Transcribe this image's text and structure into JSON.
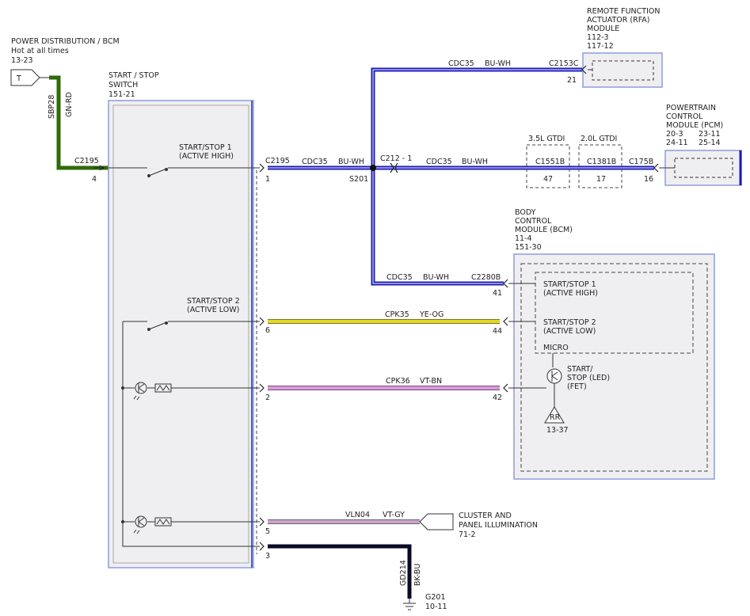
{
  "power_source": {
    "lines": [
      "POWER DISTRIBUTION / BCM",
      "Hot at all times",
      "13-23"
    ],
    "terminal": "T",
    "circuit": "SBP28",
    "color": "GN-RD",
    "connector": "C2195",
    "pin": "4"
  },
  "switch": {
    "lines": [
      "START / STOP",
      "SWITCH",
      "151-21"
    ],
    "sw1_lines": [
      "START/STOP 1",
      "(ACTIVE HIGH)"
    ],
    "sw2_lines": [
      "START/STOP 2",
      "(ACTIVE LOW)"
    ],
    "connector": "C2195",
    "pin1": "1",
    "pin6": "6",
    "pin2": "2",
    "pin5": "5",
    "pin3": "3"
  },
  "wires": {
    "cdc35_1": {
      "circuit": "CDC35",
      "color": "BU-WH"
    },
    "cdc35_rfa": {
      "circuit": "CDC35",
      "color": "BU-WH"
    },
    "cdc35_pcm": {
      "circuit": "CDC35",
      "color": "BU-WH"
    },
    "cdc35_bcm": {
      "circuit": "CDC35",
      "color": "BU-WH"
    },
    "cpk35": {
      "circuit": "CPK35",
      "color": "YE-OG"
    },
    "cpk36": {
      "circuit": "CPK36",
      "color": "VT-BN"
    },
    "vln04": {
      "circuit": "VLN04",
      "color": "VT-GY"
    },
    "gd214": {
      "circuit": "GD214",
      "color": "BK-BU"
    }
  },
  "splice": "S201",
  "inline_connector": "C212 - 1",
  "rfa": {
    "lines": [
      "REMOTE FUNCTION",
      "ACTUATOR (RFA)",
      "MODULE",
      "112-3",
      "117-12"
    ],
    "connector": "C2153C",
    "pin": "21"
  },
  "pcm": {
    "lines": [
      "POWERTRAIN",
      "CONTROL",
      "MODULE (PCM)"
    ],
    "refs": [
      "20-3",
      "23-11",
      "24-11",
      "25-14"
    ],
    "connector": "C175B",
    "pin": "16",
    "option1": {
      "label": "3.5L GTDI",
      "connector": "C1551B",
      "pin": "47"
    },
    "option2": {
      "label": "2.0L GTDI",
      "connector": "C1381B",
      "pin": "17"
    }
  },
  "bcm": {
    "lines": [
      "BODY",
      "CONTROL",
      "MODULE (BCM)",
      "11-4",
      "151-30"
    ],
    "connector": "C2280B",
    "pin41": "41",
    "pin44": "44",
    "pin42": "42",
    "in1_lines": [
      "START/STOP 1",
      "(ACTIVE HIGH)"
    ],
    "in2_lines": [
      "START/STOP 2",
      "(ACTIVE LOW)"
    ],
    "micro": "MICRO",
    "led_lines": [
      "START/",
      "STOP (LED)",
      "(FET)"
    ],
    "rr_label": "RR",
    "rr_ref": "13-37"
  },
  "cluster": {
    "lines": [
      "CLUSTER AND",
      "PANEL ILLUMINATION",
      "71-2"
    ]
  },
  "ground": {
    "lines": [
      "G201",
      "10-11"
    ]
  },
  "colors": {
    "blue": "#1b1bb8",
    "green": "#2f6a0a",
    "yellow": "#e8d81a",
    "violet": "#c988c9",
    "black": "#0a0a28",
    "module_fill": "#efeff2",
    "module_border": "#8f9cdc"
  }
}
